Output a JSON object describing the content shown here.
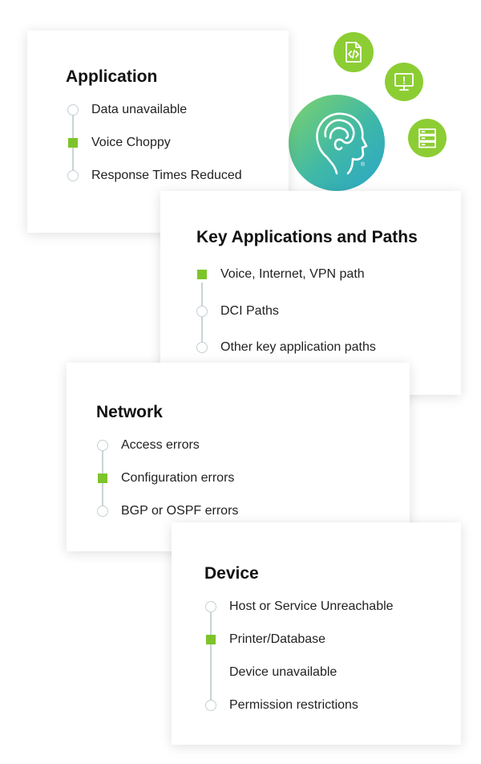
{
  "cards": {
    "application": {
      "title": "Application",
      "items": [
        {
          "label": "Data unavailable",
          "marker": "circle"
        },
        {
          "label": "Voice Choppy",
          "marker": "square"
        },
        {
          "label": "Response Times Reduced",
          "marker": "circle"
        }
      ]
    },
    "key_paths": {
      "title": "Key Applications and Paths",
      "items": [
        {
          "label": "Voice, Internet, VPN path",
          "marker": "square"
        },
        {
          "label": "DCI Paths",
          "marker": "circle"
        },
        {
          "label": "Other key application paths",
          "marker": "circle"
        }
      ]
    },
    "network": {
      "title": "Network",
      "items": [
        {
          "label": "Access errors",
          "marker": "circle"
        },
        {
          "label": "Configuration errors",
          "marker": "square"
        },
        {
          "label": "BGP or OSPF errors",
          "marker": "circle"
        }
      ]
    },
    "device": {
      "title": "Device",
      "items": [
        {
          "label": "Host or Service Unreachable",
          "marker": "circle"
        },
        {
          "label": "Printer/Database",
          "marker": "square"
        },
        {
          "label": "Device unavailable",
          "marker": "none"
        },
        {
          "label": "Permission restrictions",
          "marker": "circle"
        }
      ]
    }
  },
  "icons": {
    "code_file": "code-file-icon",
    "alert_monitor": "monitor-alert-icon",
    "server": "server-icon",
    "ai_head": "ai-head-icon"
  },
  "colors": {
    "accent_green": "#7dc42a",
    "badge_green": "#8ccd33",
    "marker_gray": "#c5cfd2",
    "gradient_start": "#7ed36a",
    "gradient_end": "#2aa6c8"
  },
  "head_mark": "®"
}
